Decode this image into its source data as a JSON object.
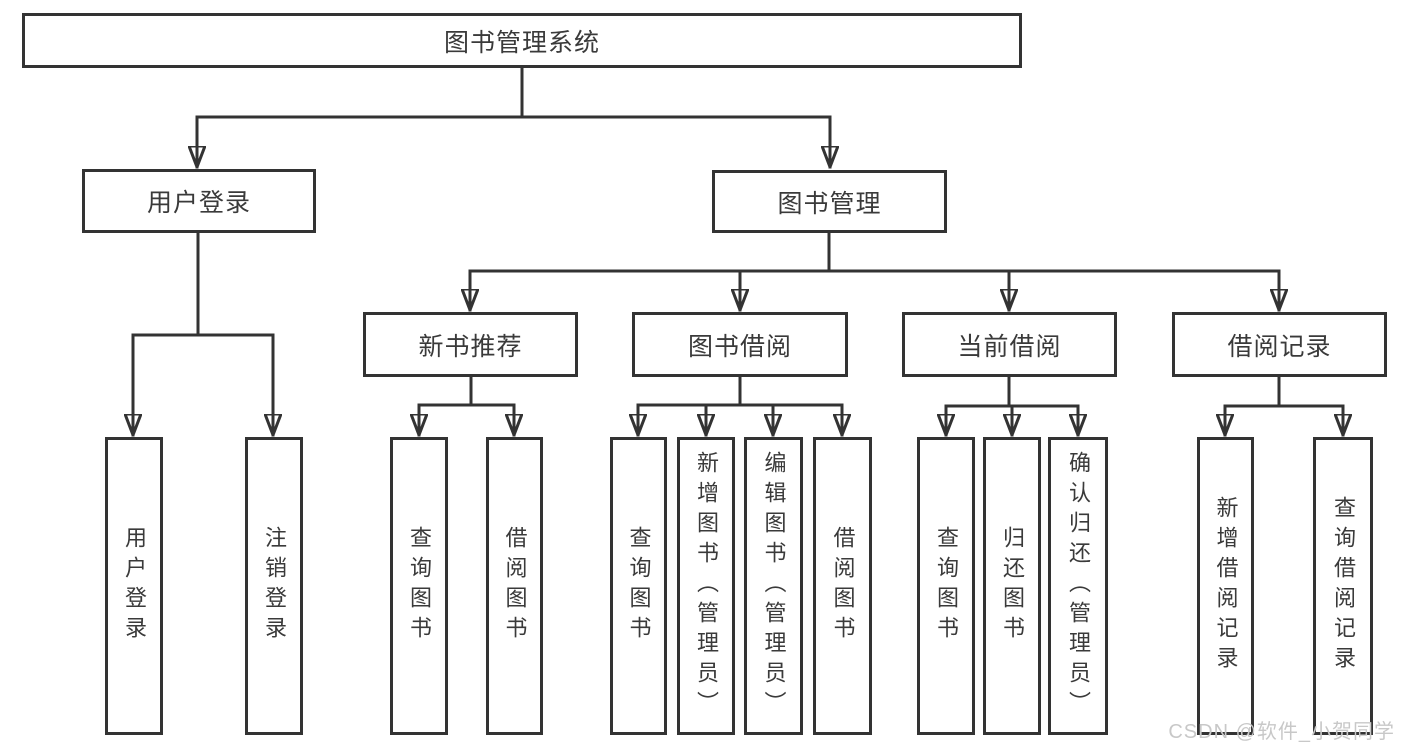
{
  "colors": {
    "background": "#ffffff",
    "line": "#333333",
    "box_border": "#333333",
    "text": "#3a3a3a",
    "watermark": "#c8c8c8"
  },
  "tree": {
    "root": "图书管理系统",
    "level2": [
      {
        "name": "用户登录",
        "leaves": [
          "用户登录",
          "注销登录"
        ]
      },
      {
        "name": "图书管理",
        "level3": [
          {
            "name": "新书推荐",
            "leaves": [
              "查询图书",
              "借阅图书"
            ]
          },
          {
            "name": "图书借阅",
            "leaves": [
              "查询图书",
              "新增图书（管理员）",
              "编辑图书（管理员）",
              "借阅图书"
            ]
          },
          {
            "name": "当前借阅",
            "leaves": [
              "查询图书",
              "归还图书",
              "确认归还（管理员）"
            ]
          },
          {
            "name": "借阅记录",
            "leaves": [
              "新增借阅记录",
              "查询借阅记录"
            ]
          }
        ]
      }
    ]
  },
  "watermark": {
    "text": "CSDN @软件_小贺同学"
  }
}
